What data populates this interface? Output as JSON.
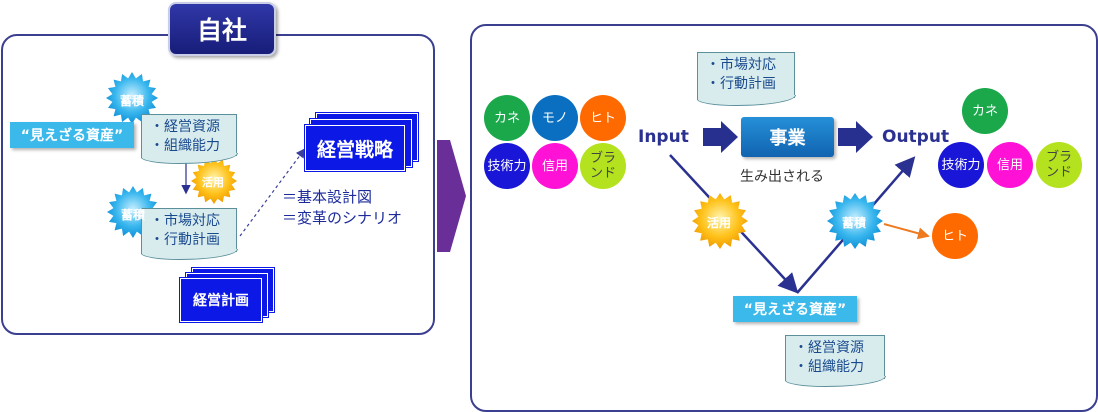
{
  "left_panel": {
    "title": "自社",
    "invisible_assets": "“見えざる資産”",
    "doc_resources": [
      "・経営資源",
      "・組織能力"
    ],
    "doc_plans": [
      "・市場対応",
      "・行動計画"
    ],
    "accumulate": "蓄積",
    "utilize": "活用",
    "strategy": "経営戦略",
    "management_plan": "経営計画",
    "strategy_note_1": "＝基本設計図",
    "strategy_note_2": "＝変革のシナリオ"
  },
  "right_panel": {
    "input_resources": [
      "カネ",
      "モノ",
      "ヒト",
      "技術力",
      "信用",
      "ブランド"
    ],
    "output_resources": [
      "カネ",
      "技術力",
      "信用",
      "ブランド"
    ],
    "input_label": "Input",
    "output_label": "Output",
    "business": "事業",
    "generated": "生み出される",
    "doc_plans": [
      "・市場対応",
      "・行動計画"
    ],
    "doc_resources": [
      "・経営資源",
      "・組織能力"
    ],
    "utilize": "活用",
    "accumulate": "蓄積",
    "people": "ヒト",
    "invisible_assets": "“見えざる資産”"
  },
  "colors": {
    "panel_border": "#3b3f8f",
    "title_bg": "#1f259a",
    "cyan_label": "#3bb9ea",
    "doc_fill": "#d8ecee",
    "strategy_blue": "#0b18e6",
    "arrow_navy": "#2a3190",
    "arrow_purple": "#6a2e98",
    "accumulate_burst": "#1aa8e8",
    "utilize_burst": "#f5b400",
    "kane_green": "#1aa84b",
    "mono_blue": "#0a6fc0",
    "hito_orange": "#ff6a00",
    "gijutsu_blue": "#1a16d8",
    "shinyo_magenta": "#ff12d6",
    "brand_lime": "#b4e21e",
    "people_arrow": "#ee7a20"
  }
}
